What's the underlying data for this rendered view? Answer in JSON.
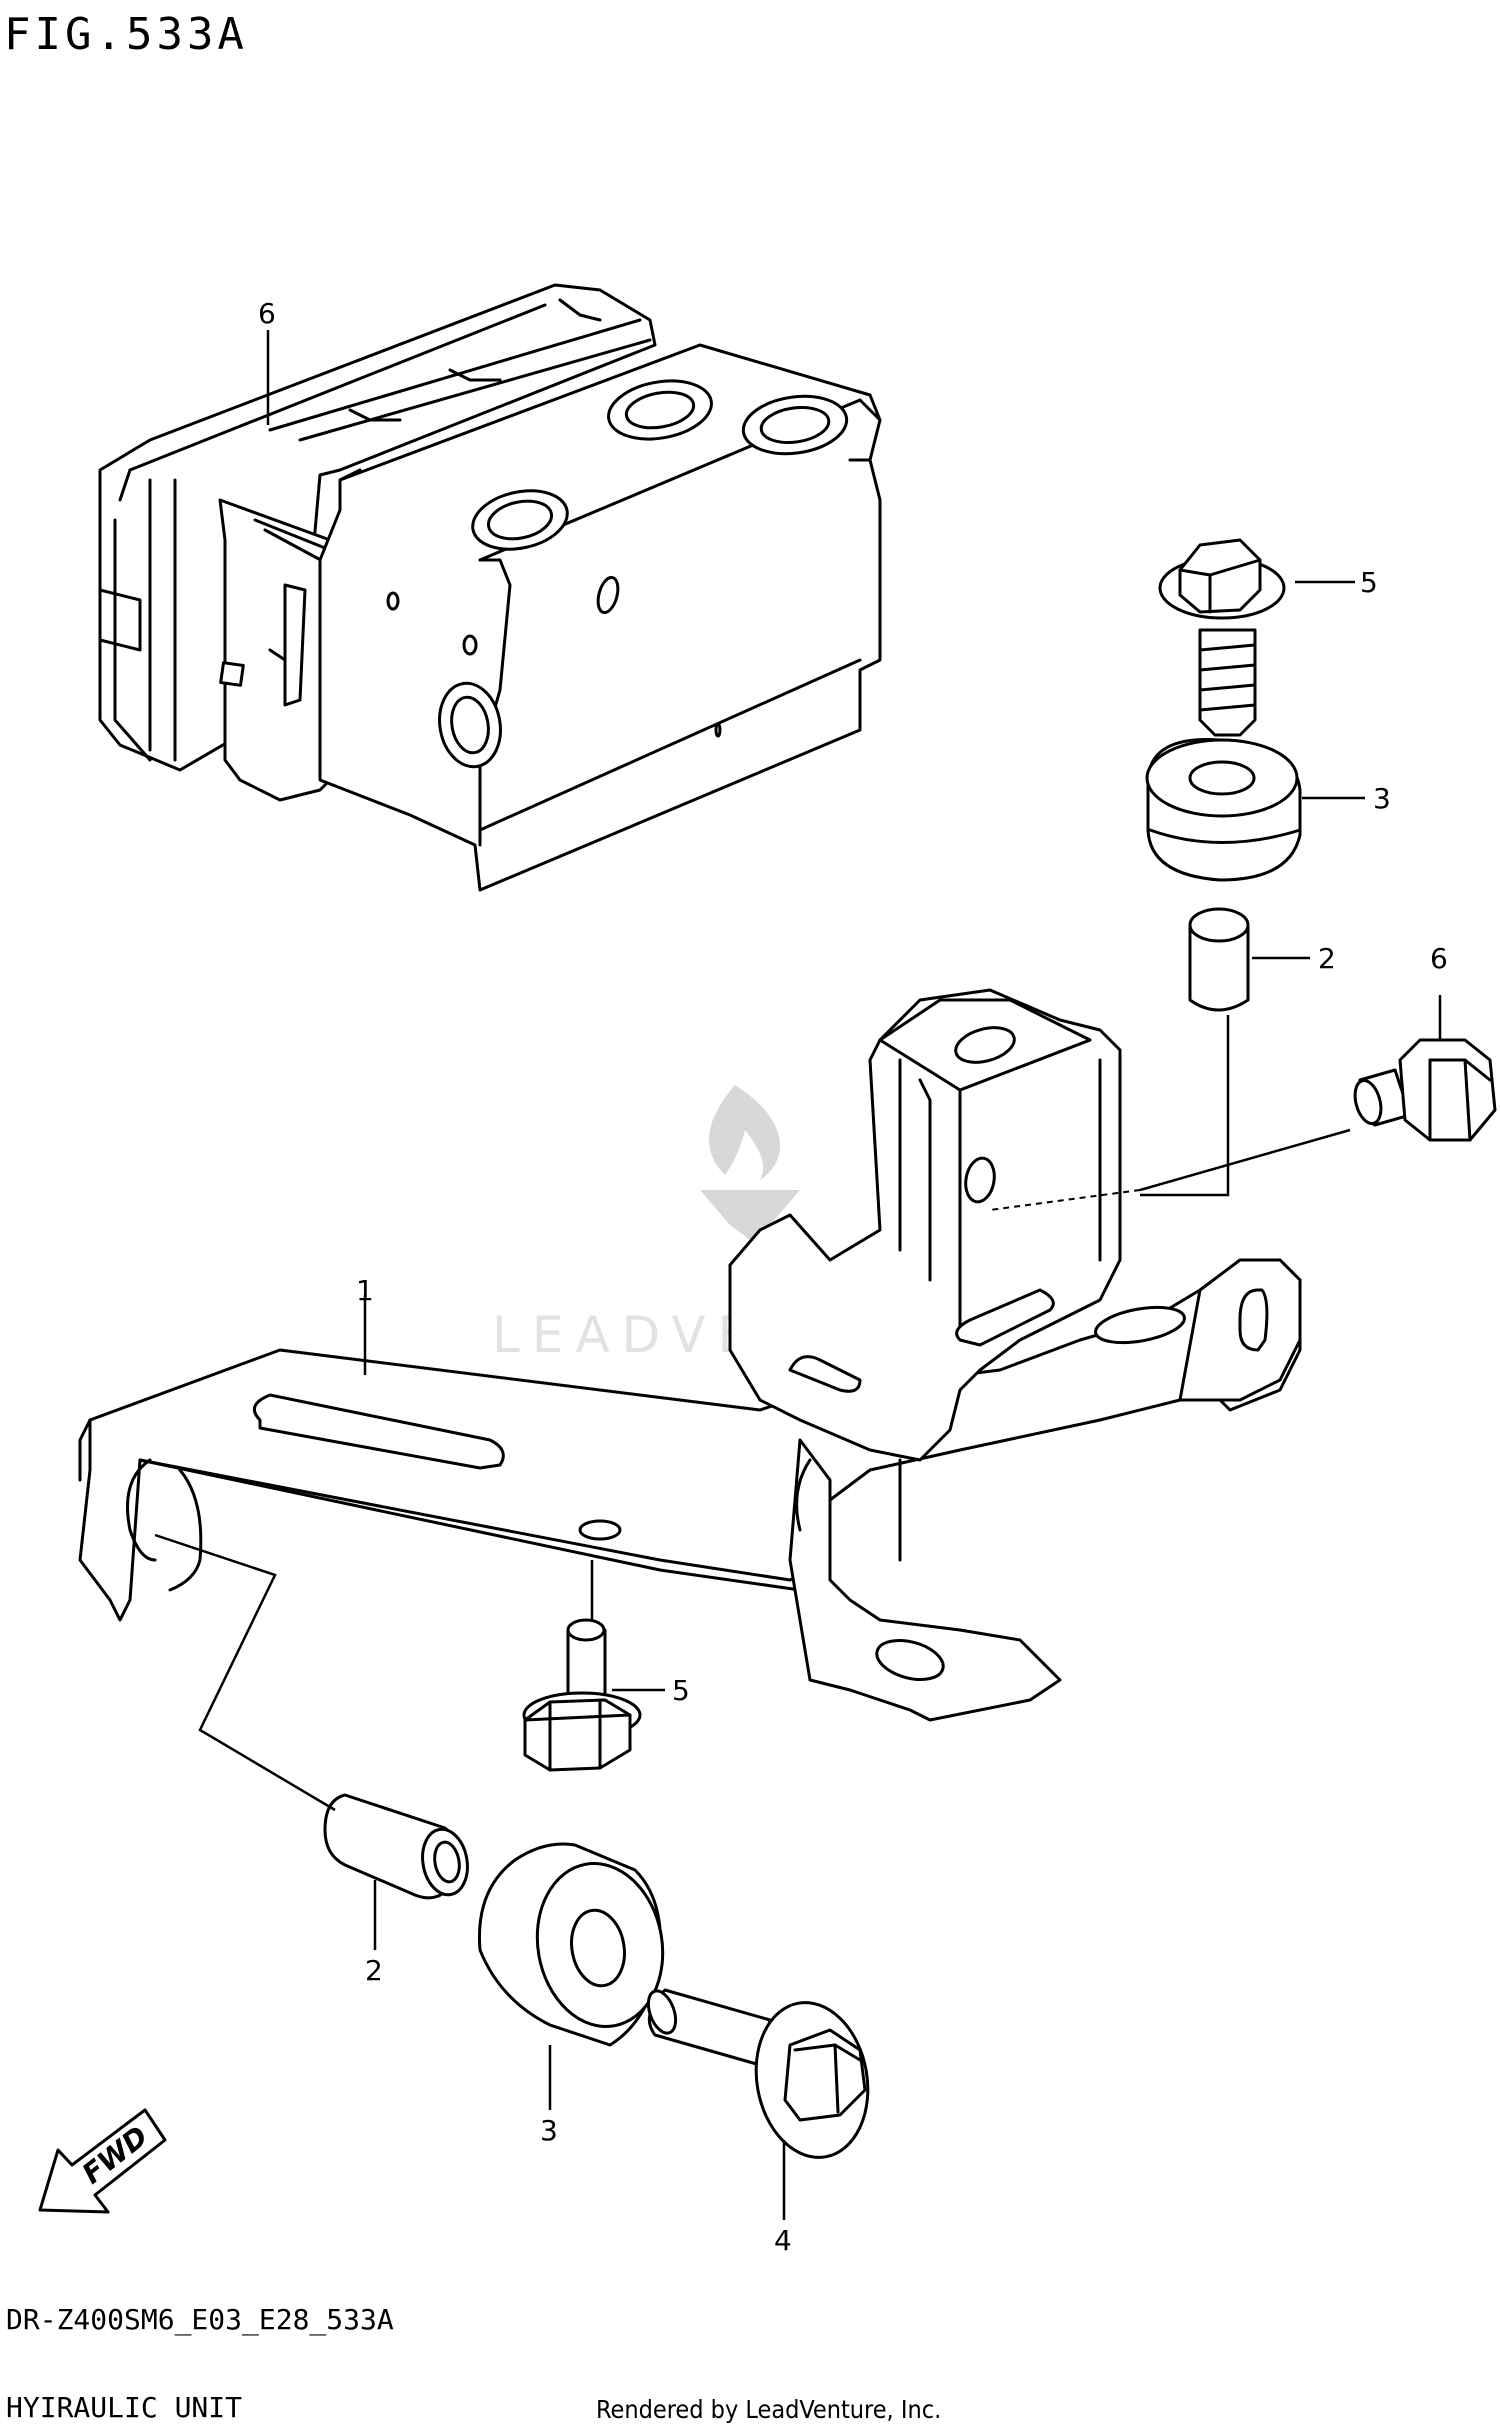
{
  "figure": {
    "title": "FIG.533A",
    "code": "DR-Z400SM6_E03_E28_533A",
    "name": "HYIRAULIC UNIT",
    "credit": "Rendered by LeadVenture, Inc."
  },
  "watermark": {
    "text": "LEADVENTURE"
  },
  "fwd_label": "FWD",
  "callouts": [
    {
      "id": "c1",
      "label": "1"
    },
    {
      "id": "c2a",
      "label": "2"
    },
    {
      "id": "c2b",
      "label": "2"
    },
    {
      "id": "c3a",
      "label": "3"
    },
    {
      "id": "c3b",
      "label": "3"
    },
    {
      "id": "c4",
      "label": "4"
    },
    {
      "id": "c5a",
      "label": "5"
    },
    {
      "id": "c5b",
      "label": "5"
    },
    {
      "id": "c6a",
      "label": "6"
    },
    {
      "id": "c6b",
      "label": "6"
    }
  ]
}
